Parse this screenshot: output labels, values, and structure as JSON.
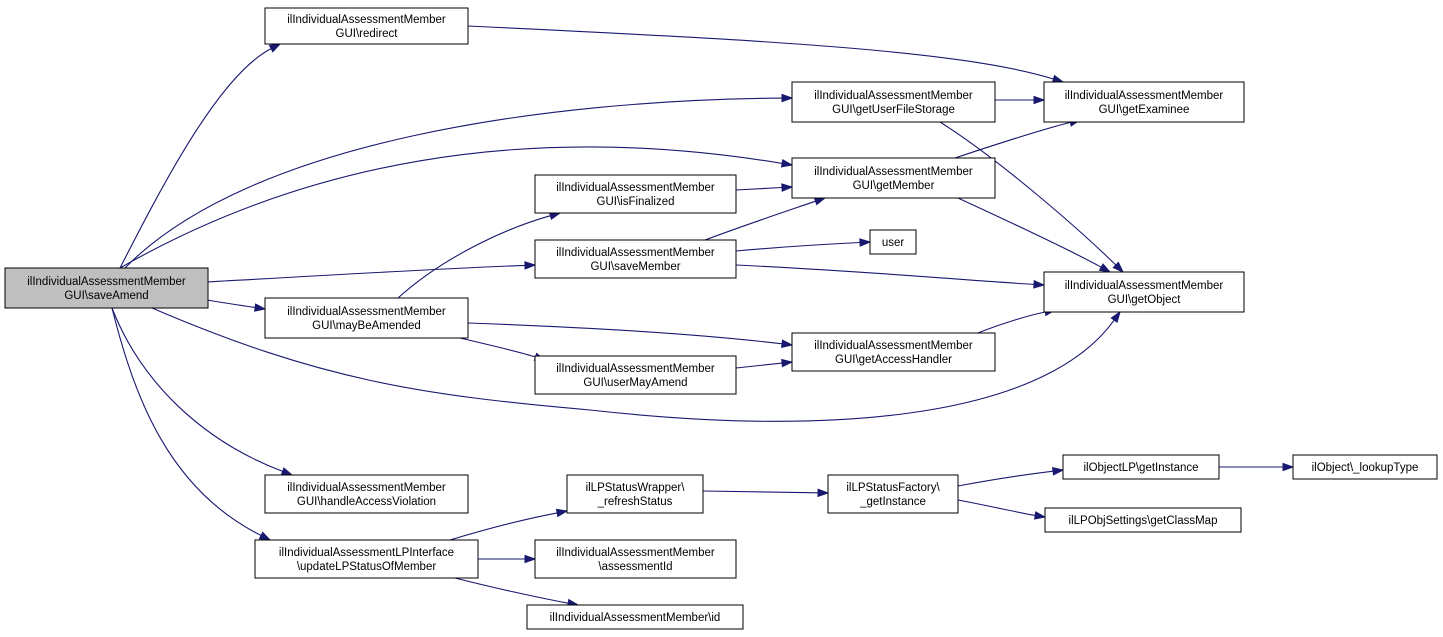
{
  "colors": {
    "edge": "#191970",
    "root_fill": "#bfbfbf",
    "node_fill": "#ffffff",
    "border": "#000000"
  },
  "nodes": {
    "saveAmend": {
      "lines": [
        "ilIndividualAssessmentMember",
        "GUI\\saveAmend"
      ],
      "root": true
    },
    "redirect": {
      "lines": [
        "ilIndividualAssessmentMember",
        "GUI\\redirect"
      ]
    },
    "getUserFileStorage": {
      "lines": [
        "ilIndividualAssessmentMember",
        "GUI\\getUserFileStorage"
      ]
    },
    "getExaminee": {
      "lines": [
        "ilIndividualAssessmentMember",
        "GUI\\getExaminee"
      ]
    },
    "isFinalized": {
      "lines": [
        "ilIndividualAssessmentMember",
        "GUI\\isFinalized"
      ]
    },
    "getMember": {
      "lines": [
        "ilIndividualAssessmentMember",
        "GUI\\getMember"
      ]
    },
    "saveMember": {
      "lines": [
        "ilIndividualAssessmentMember",
        "GUI\\saveMember"
      ]
    },
    "user": {
      "lines": [
        "user"
      ]
    },
    "getObject": {
      "lines": [
        "ilIndividualAssessmentMember",
        "GUI\\getObject"
      ]
    },
    "mayBeAmended": {
      "lines": [
        "ilIndividualAssessmentMember",
        "GUI\\mayBeAmended"
      ]
    },
    "getAccessHandler": {
      "lines": [
        "ilIndividualAssessmentMember",
        "GUI\\getAccessHandler"
      ]
    },
    "userMayAmend": {
      "lines": [
        "ilIndividualAssessmentMember",
        "GUI\\userMayAmend"
      ]
    },
    "handleAccessViolation": {
      "lines": [
        "ilIndividualAssessmentMember",
        "GUI\\handleAccessViolation"
      ]
    },
    "refreshStatus": {
      "lines": [
        "ilLPStatusWrapper\\",
        "_refreshStatus"
      ]
    },
    "lpFactoryGetInstance": {
      "lines": [
        "ilLPStatusFactory\\",
        "_getInstance"
      ]
    },
    "objectLPGetInstance": {
      "lines": [
        "ilObjectLP\\getInstance"
      ]
    },
    "lookupType": {
      "lines": [
        "ilObject\\_lookupType"
      ]
    },
    "getClassMap": {
      "lines": [
        "ilLPObjSettings\\getClassMap"
      ]
    },
    "updateLPStatusOfMember": {
      "lines": [
        "ilIndividualAssessmentLPInterface",
        "\\updateLPStatusOfMember"
      ]
    },
    "assessmentId": {
      "lines": [
        "ilIndividualAssessmentMember",
        "\\assessmentId"
      ]
    },
    "memberId": {
      "lines": [
        "ilIndividualAssessmentMember\\id"
      ]
    }
  }
}
